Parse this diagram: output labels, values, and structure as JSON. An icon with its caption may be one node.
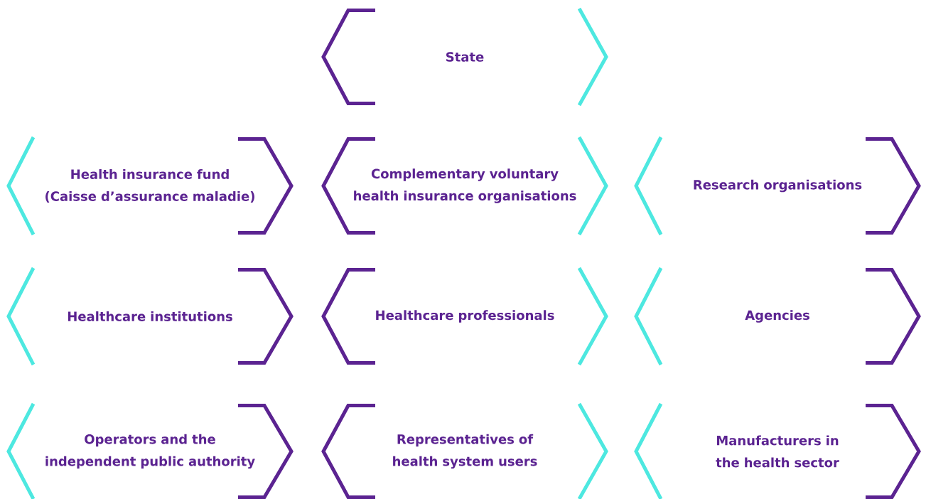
{
  "diagram": {
    "nodes": [
      {
        "text": [
          "State"
        ]
      },
      {
        "text": [
          "Health insurance fund (Caisse d’assurance maladie)"
        ]
      },
      {
        "text": [
          "Complementary voluntary health insurance organisations"
        ]
      },
      {
        "text": [
          "Research organisations"
        ]
      },
      {
        "text": [
          "Healthcare institutions"
        ]
      },
      {
        "text": [
          "Healthcare professionals"
        ]
      },
      {
        "text": [
          "Agencies"
        ]
      },
      {
        "text": [
          "Operators and the independent public authority"
        ]
      },
      {
        "text": [
          "Representatives of health system users"
        ]
      },
      {
        "text": [
          "Manufacturers in the health sector"
        ]
      }
    ]
  }
}
